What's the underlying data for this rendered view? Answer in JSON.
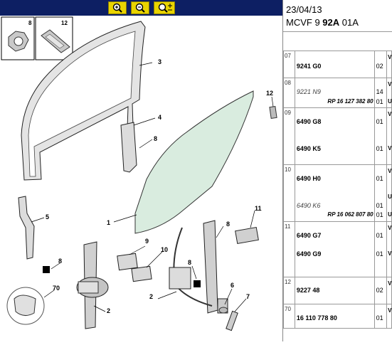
{
  "toolbar": {
    "buttons": [
      {
        "name": "zoom-in-button",
        "icon": "zoom-in-icon"
      },
      {
        "name": "zoom-out-button",
        "icon": "zoom-out-icon"
      },
      {
        "name": "zoom-fit-button",
        "icon": "zoom-fit-icon"
      }
    ]
  },
  "header": {
    "date": "23/04/13",
    "ref_prefix": "MCVF 9 ",
    "ref_bold": "92A",
    "ref_suffix": " 01A"
  },
  "diagram": {
    "inset_labels": [
      "8",
      "12"
    ],
    "callouts": [
      "1",
      "2",
      "3",
      "4",
      "5",
      "6",
      "7",
      "8",
      "8",
      "8",
      "8",
      "9",
      "10",
      "11",
      "12",
      "70"
    ]
  },
  "groups": [
    {
      "num": "07",
      "rows": [
        {
          "ref": "9241 G0",
          "qty": "02",
          "ver": "V"
        }
      ]
    },
    {
      "num": "08",
      "rows": [
        {
          "ref": "9221 N9",
          "italic": true,
          "qty": "14",
          "ver": "V"
        },
        {
          "rp": "RP 16 127 382 80",
          "qty": "01",
          "ver": "U"
        }
      ]
    },
    {
      "num": "09",
      "rows": [
        {
          "ref": "6490 G8",
          "qty": "01",
          "ver": "V"
        },
        {
          "ref": "6490 K5",
          "qty": "01",
          "ver": "V"
        }
      ]
    },
    {
      "num": "10",
      "rows": [
        {
          "ref": "6490 H0",
          "qty": "01",
          "ver": "V"
        },
        {
          "ref": "6490 K6",
          "italic": true,
          "qty": "01",
          "ver": "U"
        },
        {
          "rp": "RP 16 062 807 80",
          "qty": "01",
          "ver": "U"
        }
      ]
    },
    {
      "num": "11",
      "rows": [
        {
          "ref": "6490 G7",
          "qty": "01",
          "ver": "V"
        },
        {
          "ref": "6490 G9",
          "qty": "01",
          "ver": "V"
        }
      ]
    },
    {
      "num": "12",
      "rows": [
        {
          "ref": "9227 48",
          "qty": "02",
          "ver": "V"
        }
      ]
    },
    {
      "num": "70",
      "rows": [
        {
          "ref": "16 110 778 80",
          "qty": "01",
          "ver": "V"
        }
      ]
    }
  ]
}
